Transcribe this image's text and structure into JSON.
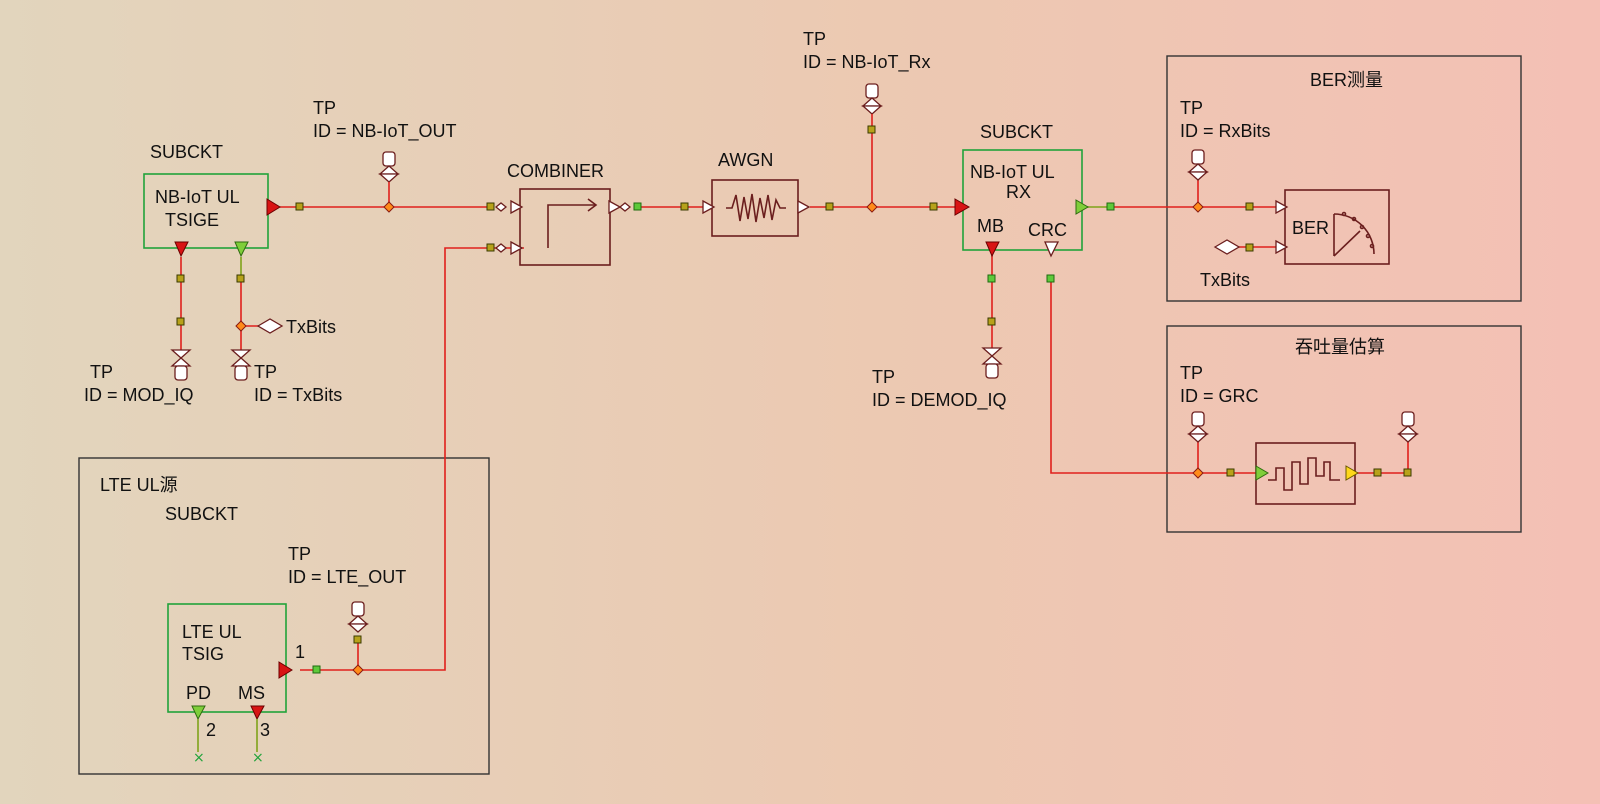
{
  "labels": {
    "tp_nbiot_out": "TP",
    "tp_nbiot_out_id": "ID = NB-IoT_OUT",
    "tp_nbiot_rx": "TP",
    "tp_nbiot_rx_id": "ID = NB-IoT_Rx",
    "tp_mod_iq": "TP",
    "tp_mod_iq_id": "ID = MOD_IQ",
    "tp_txbits": "TP",
    "tp_txbits_id": "ID = TxBits",
    "tp_demod_iq": "TP",
    "tp_demod_iq_id": "ID = DEMOD_IQ",
    "tp_rxbits": "TP",
    "tp_rxbits_id": "ID = RxBits",
    "tp_grc": "TP",
    "tp_grc_id": "ID = GRC",
    "tp_lte_out": "TP",
    "tp_lte_out_id": "ID = LTE_OUT",
    "txbits_left": "TxBits",
    "txbits_right": "TxBits"
  },
  "blocks": {
    "nbiot_tx": {
      "type": "SUBCKT",
      "line1": "NB-IoT UL",
      "line2": "TSIGE"
    },
    "combiner": {
      "type": "COMBINER"
    },
    "awgn": {
      "type": "AWGN"
    },
    "nbiot_rx": {
      "type": "SUBCKT",
      "line1": "NB-IoT UL",
      "line2": "RX",
      "port_mb": "MB",
      "port_crc": "CRC"
    },
    "ber": {
      "label": "BER"
    },
    "lte_src": {
      "type": "SUBCKT",
      "line1": "LTE UL",
      "line2": "TSIG",
      "port_pd": "PD",
      "port_ms": "MS",
      "pin1": "1",
      "pin2": "2",
      "pin3": "3"
    }
  },
  "groups": {
    "ber_group": "BER测量",
    "throughput_group": "吞吐量估算",
    "lte_group": "LTE UL源"
  },
  "colors": {
    "wire": "#e0201c",
    "subckt_border": "#21a33a",
    "block_border": "#6b1e1e"
  }
}
